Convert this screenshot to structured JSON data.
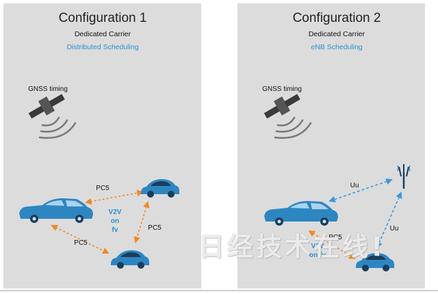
{
  "colors": {
    "panel": "#dcdcdc",
    "scheduling_text": "#2a8fd0",
    "car_blue": "#2e86c1",
    "car_dark": "#1a3d5c",
    "arrow_orange": "#f08a24",
    "arrow_blue": "#3a9ad9",
    "satellite": "#3a3a3a"
  },
  "config1": {
    "title": "Configuration 1",
    "carrier": "Dedicated Carrier",
    "scheduling": "Distributed Scheduling",
    "gnss_label": "GNSS timing",
    "pc5_top": "PC5",
    "pc5_right": "PC5",
    "pc5_bottom": "PC5",
    "v2v_line1": "V2V",
    "v2v_line2": "on",
    "v2v_line3": "fv"
  },
  "config2": {
    "title": "Configuration 2",
    "carrier": "Dedicated Carrier",
    "scheduling": "eNB Scheduling",
    "gnss_label": "GNSS timing",
    "uu_left": "Uu",
    "uu_right": "Uu",
    "pc5": "PC5",
    "v2v_line1": "V2V",
    "v2v_line2": "on fv"
  },
  "watermark": "日经技术在线!"
}
